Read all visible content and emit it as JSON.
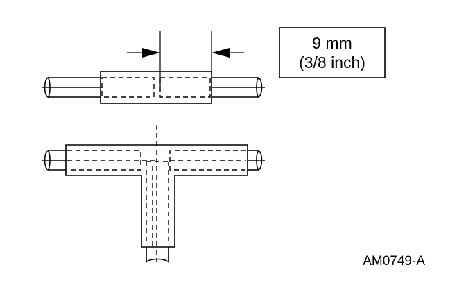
{
  "callout": {
    "dimension_mm": "9 mm",
    "dimension_inch": "(3/8 inch)"
  },
  "reference_code": "AM0749-A"
}
